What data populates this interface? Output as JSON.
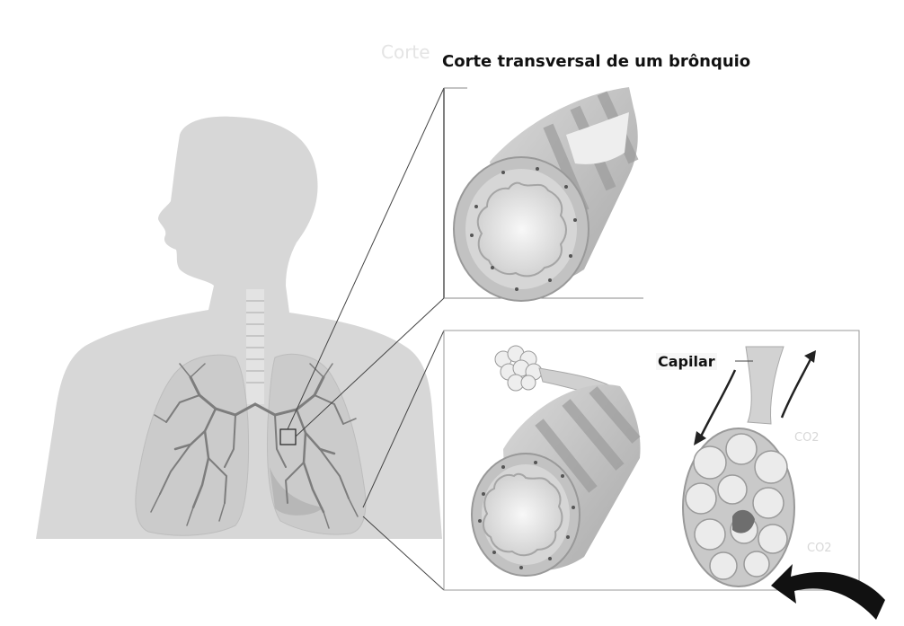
{
  "labels": {
    "title": "Corte transversal de um brônquio",
    "capilar": "Capilar",
    "ghost_title": "Corte",
    "co2_upper": "CO2",
    "co2_lower": "CO2"
  },
  "colors": {
    "silhouette": "#d7d7d7",
    "lung": "#cbcbcb",
    "bronchial_tree": "#7d7d7d",
    "tissue": "#b9b9b9",
    "lumen": "#ececec",
    "frame": "#888888"
  }
}
